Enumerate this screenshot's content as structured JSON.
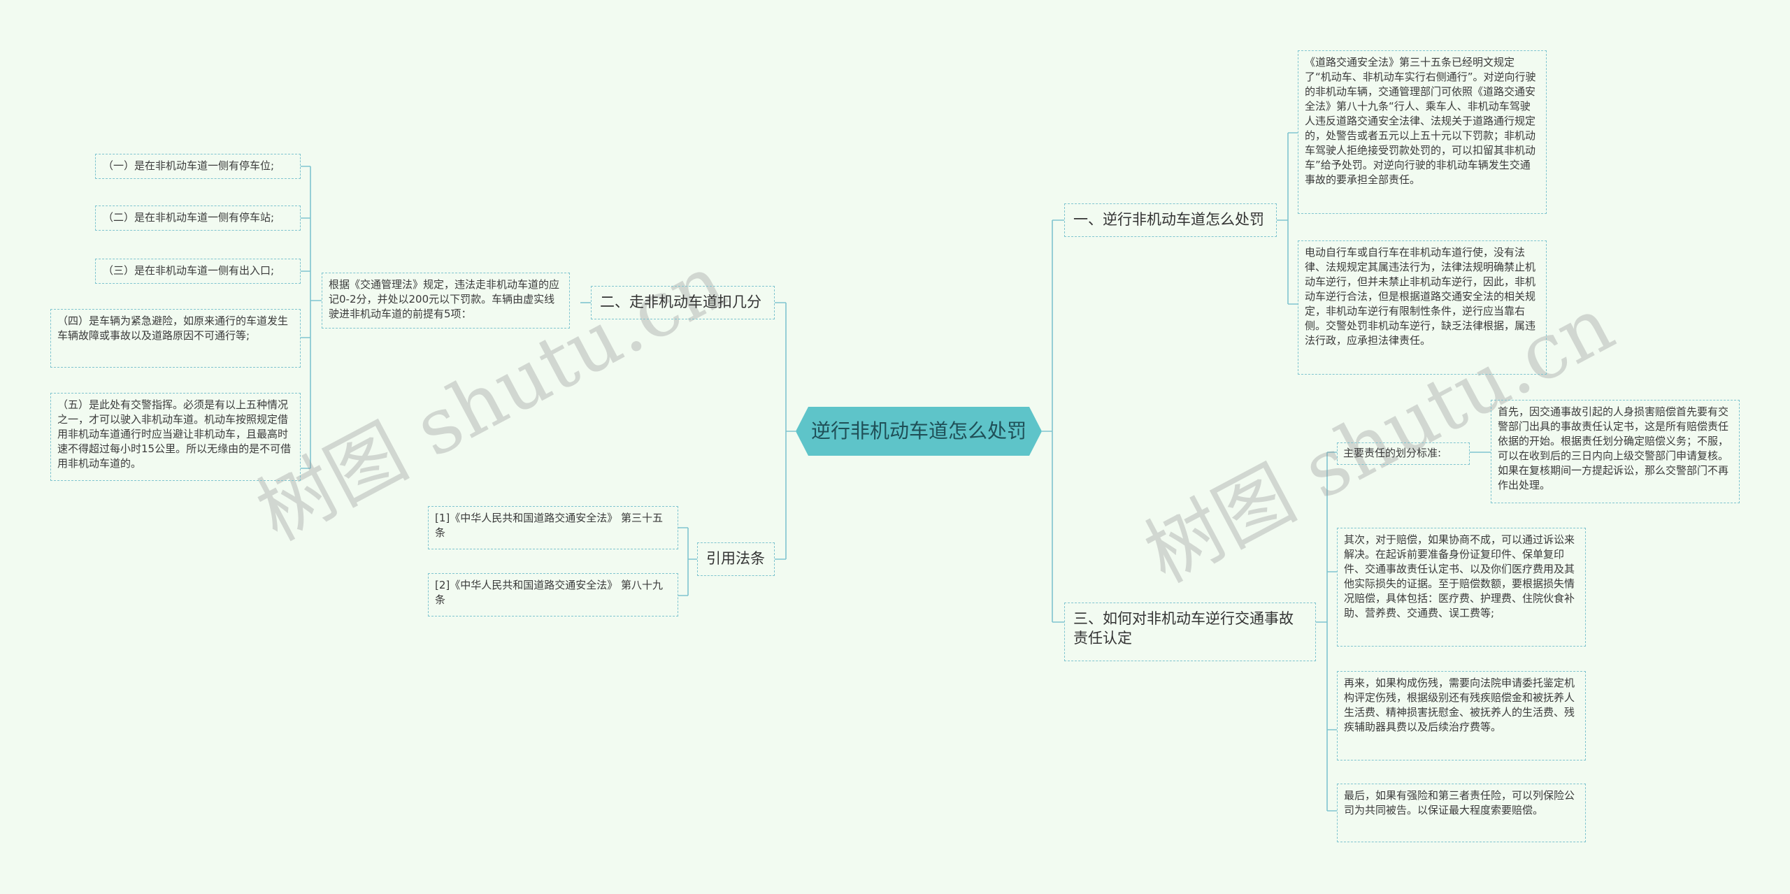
{
  "center": "逆行非机动车道怎么处罚",
  "branches": {
    "b1": "一、逆行非机动车道怎么处罚",
    "b2": "二、走非机动车道扣几分",
    "b3": "三、如何对非机动车逆行交通事故责任认定",
    "b4": "引用法条"
  },
  "b1_leaves": [
    "《道路交通安全法》第三十五条已经明文规定了“机动车、非机动车实行右侧通行”。对逆向行驶的非机动车辆，交通管理部门可依照《道路交通安全法》第八十九条“行人、乘车人、非机动车驾驶人违反道路交通安全法律、法规关于道路通行规定的，处警告或者五元以上五十元以下罚款；非机动车驾驶人拒绝接受罚款处罚的，可以扣留其非机动车”给予处罚。对逆向行驶的非机动车辆发生交通事故的要承担全部责任。",
    "电动自行车或自行车在非机动车道行使，没有法律、法规规定其属违法行为，法律法规明确禁止机动车逆行，但并未禁止非机动车逆行，因此，非机动车逆行合法，但是根据道路交通安全法的相关规定，非机动车逆行有限制性条件，逆行应当靠右侧。交警处罚非机动车逆行，缺乏法律根据，属违法行政，应承担法律责任。"
  ],
  "b2_mid": "根据《交通管理法》规定，违法走非机动车道的应记0-2分，并处以200元以下罚款。车辆由虚实线驶进非机动车道的前提有5项：",
  "b2_leaves": [
    "（一）是在非机动车道一侧有停车位;",
    "（二）是在非机动车道一侧有停车站;",
    "（三）是在非机动车道一侧有出入口;",
    "（四）是车辆为紧急避险，如原来通行的车道发生车辆故障或事故以及道路原因不可通行等;",
    "（五）是此处有交警指挥。必须是有以上五种情况之一，才可以驶入非机动车道。机动车按照规定借用非机动车道通行时应当避让非机动车，且最高时速不得超过每小时15公里。所以无缘由的是不可借用非机动车道的。"
  ],
  "b3_sub": "主要责任的划分标准:",
  "b3_sub_leaf": "首先，因交通事故引起的人身损害赔偿首先要有交警部门出具的事故责任认定书，这是所有赔偿责任依据的开始。根据责任划分确定赔偿义务；不服，可以在收到后的三日内向上级交警部门申请复核。如果在复核期间一方提起诉讼，那么交警部门不再作出处理。",
  "b3_leaves": [
    "其次，对于赔偿，如果协商不成，可以通过诉讼来解决。在起诉前要准备身份证复印件、保单复印件、交通事故责任认定书、以及你们医疗费用及其他实际损失的证据。至于赔偿数额，要根据损失情况赔偿，具体包括：医疗费、护理费、住院伙食补助、营养费、交通费、误工费等;",
    "再来，如果构成伤残，需要向法院申请委托鉴定机构评定伤残，根据级别还有残疾赔偿金和被抚养人生活费、精神损害抚慰金、被抚养人的生活费、残疾辅助器具费以及后续治疗费等。",
    "最后，如果有强险和第三者责任险，可以列保险公司为共同被告。以保证最大程度索要赔偿。"
  ],
  "b4_leaves": [
    "[1]《中华人民共和国道路交通安全法》 第三十五条",
    "[2]《中华人民共和国道路交通安全法》 第八十九条"
  ],
  "watermarks": [
    "树图 shutu.cn",
    "树图 shutu.cn"
  ],
  "colors": {
    "line": "#7fc4cf",
    "center_fill": "#5ec4c9",
    "background": "#f2fbf1"
  }
}
